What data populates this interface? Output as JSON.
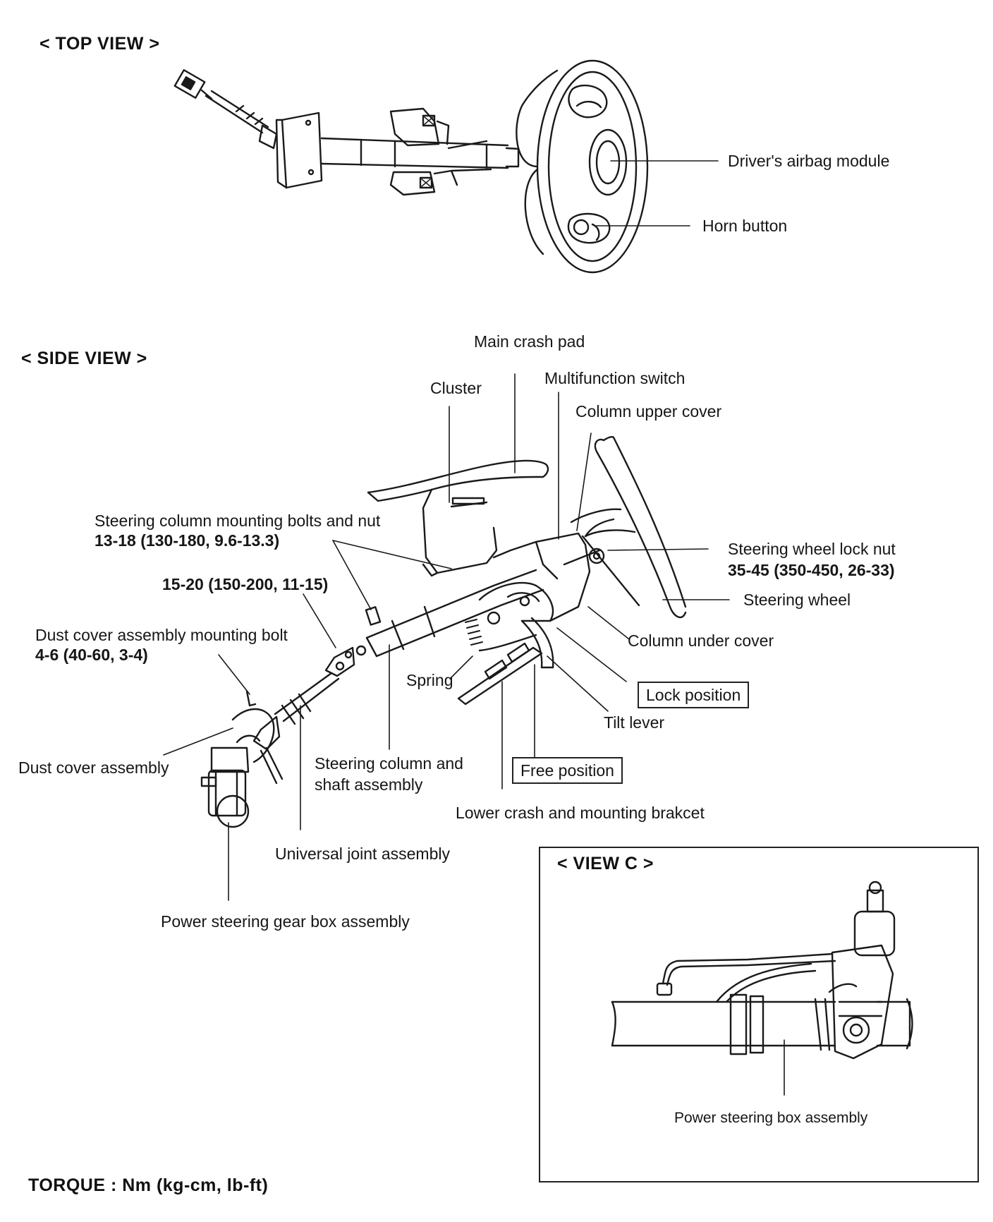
{
  "top_view": {
    "title": "< TOP VIEW >",
    "labels": {
      "airbag": "Driver's airbag module",
      "horn": "Horn button"
    }
  },
  "side_view": {
    "title": "< SIDE VIEW >",
    "labels": {
      "main_crash_pad": "Main crash pad",
      "cluster": "Cluster",
      "multifunction_switch": "Multifunction switch",
      "column_upper_cover": "Column upper cover",
      "mounting_bolts": "Steering column mounting bolts and nut",
      "mounting_bolts_torque": "13-18 (130-180, 9.6-13.3)",
      "lock_nut": "Steering wheel lock nut",
      "lock_nut_torque": "35-45 (350-450, 26-33)",
      "torque_15_20": "15-20 (150-200, 11-15)",
      "steering_wheel": "Steering wheel",
      "dust_cover_bolt": "Dust cover assembly mounting bolt",
      "dust_cover_bolt_torque": "4-6 (40-60, 3-4)",
      "column_under_cover": "Column under cover",
      "spring": "Spring",
      "lock_position": "Lock position",
      "tilt_lever": "Tilt lever",
      "dust_cover_assembly": "Dust cover assembly",
      "column_shaft_line1": "Steering column and",
      "column_shaft_line2": "shaft assembly",
      "free_position": "Free position",
      "lower_crash": "Lower crash and mounting brakcet",
      "universal_joint": "Universal joint assembly",
      "gear_box": "Power steering gear box assembly"
    }
  },
  "view_c": {
    "title": "< VIEW C >",
    "labels": {
      "box_assembly": "Power steering box assembly"
    }
  },
  "footer": {
    "torque_units": "TORQUE : Nm (kg-cm, lb-ft)"
  }
}
